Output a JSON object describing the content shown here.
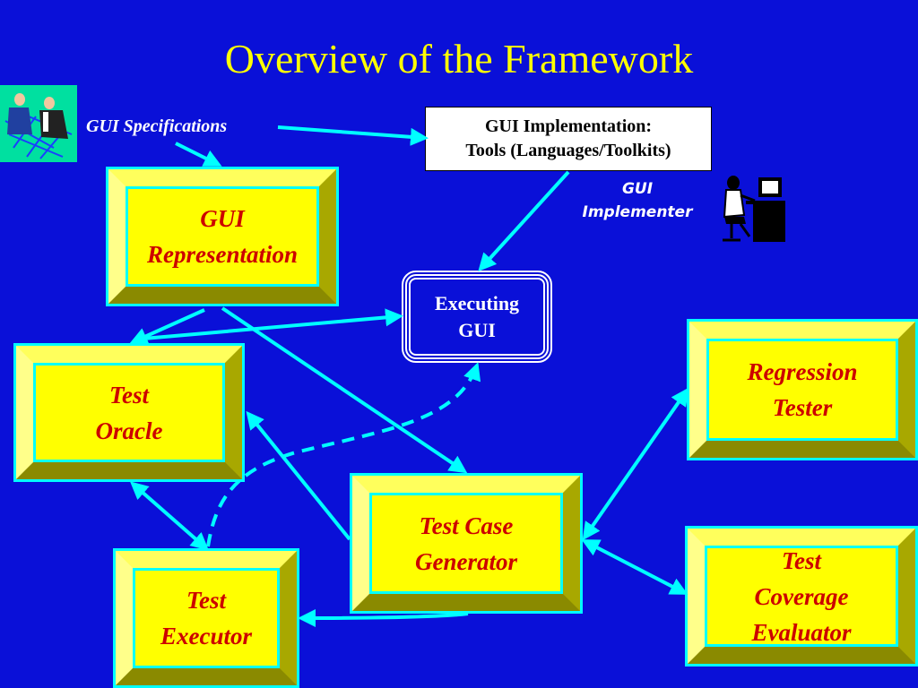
{
  "slide": {
    "title": "Overview of the Framework"
  },
  "labels": {
    "gui_specifications": "GUI Specifications",
    "gui_implementer_line1": "GUI",
    "gui_implementer_line2": "Implementer"
  },
  "implementation_box": {
    "line1": "GUI Implementation:",
    "line2": "Tools (Languages/Toolkits)"
  },
  "executing_gui": {
    "line1": "Executing",
    "line2": "GUI"
  },
  "modules": {
    "gui_representation": {
      "line1": "GUI",
      "line2": "Representation"
    },
    "test_oracle": {
      "line1": "Test",
      "line2": "Oracle"
    },
    "regression_tester": {
      "line1": "Regression",
      "line2": "Tester"
    },
    "test_case_generator": {
      "line1": "Test Case",
      "line2": "Generator"
    },
    "test_executor": {
      "line1": "Test",
      "line2": "Executor"
    },
    "test_coverage_evaluator": {
      "line1": "Test",
      "line2": "Coverage",
      "line3": "Evaluator"
    }
  },
  "colors": {
    "background": "#0a10d8",
    "title": "#ffff00",
    "module_fill": "#ffff00",
    "module_text": "#cc0000",
    "connector": "#00ffff"
  },
  "icons": {
    "top_left": "people-planning-clipart-icon",
    "implementer": "person-at-computer-icon"
  }
}
